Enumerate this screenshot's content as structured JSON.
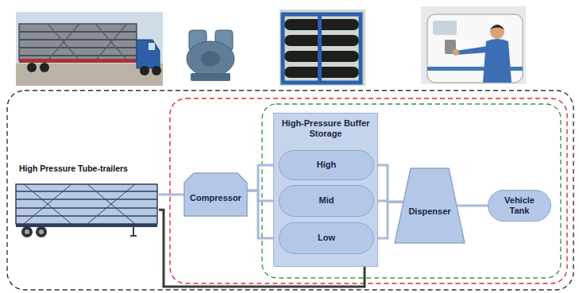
{
  "diagram": {
    "nodes": [
      {
        "text": [
          "High Pressure Tube-trailers"
        ]
      },
      {
        "text": [
          "Compressor"
        ]
      },
      {
        "text": [
          "High-Pressure Buffer Storage"
        ]
      },
      {
        "text": [
          "High"
        ],
        "in": 2
      },
      {
        "text": [
          "Mid"
        ],
        "in": 2
      },
      {
        "text": [
          "Low"
        ],
        "in": 2
      },
      {
        "text": [
          "Dispenser"
        ]
      },
      {
        "text": [
          "Vehicle Tank"
        ]
      }
    ],
    "edges": [
      {
        "from": 0,
        "to": 1,
        "arrow": "none"
      },
      {
        "from": 1,
        "to": 3,
        "arrow": "none"
      },
      {
        "from": 1,
        "to": 4,
        "arrow": "none"
      },
      {
        "from": 1,
        "to": 5,
        "arrow": "none"
      },
      {
        "from": 3,
        "to": 6,
        "arrow": "none"
      },
      {
        "from": 4,
        "to": 6,
        "arrow": "none"
      },
      {
        "from": 5,
        "to": 6,
        "arrow": "none"
      },
      {
        "from": 6,
        "to": 7,
        "arrow": "none"
      },
      {
        "from": 0,
        "to": 5,
        "arrow": "none"
      }
    ]
  }
}
